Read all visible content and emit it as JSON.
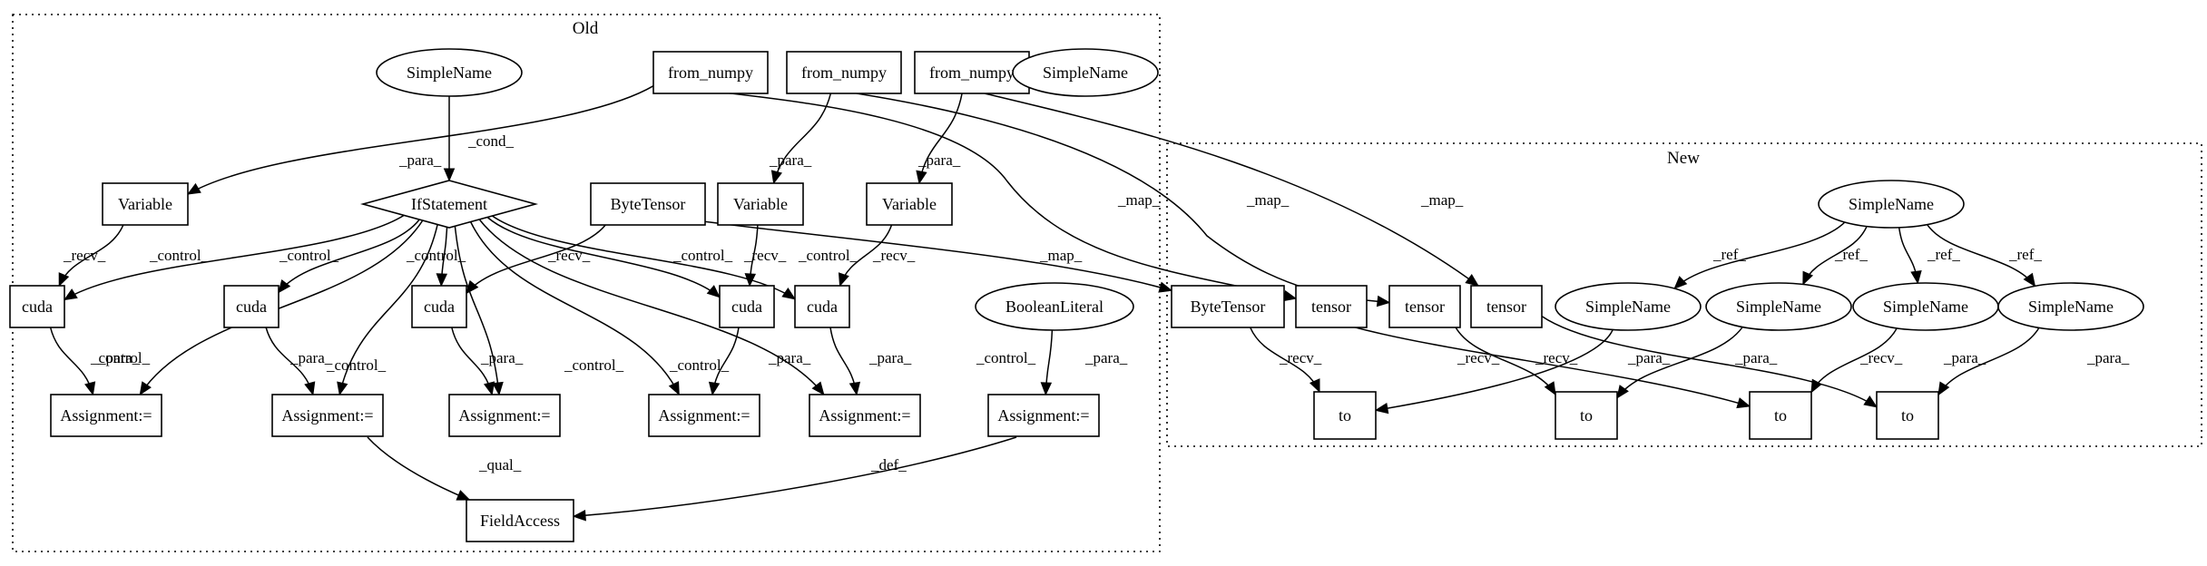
{
  "clusters": [
    {
      "id": "old",
      "label": "Old"
    },
    {
      "id": "new",
      "label": "New"
    }
  ],
  "nodes": [
    {
      "id": "o_sn1",
      "label": "SimpleName",
      "shape": "ellipse"
    },
    {
      "id": "o_fn1",
      "label": "from_numpy",
      "shape": "box"
    },
    {
      "id": "o_fn2",
      "label": "from_numpy",
      "shape": "box"
    },
    {
      "id": "o_fn3",
      "label": "from_numpy",
      "shape": "box"
    },
    {
      "id": "o_sn2",
      "label": "SimpleName",
      "shape": "ellipse"
    },
    {
      "id": "o_var1",
      "label": "Variable",
      "shape": "box"
    },
    {
      "id": "o_if",
      "label": "IfStatement",
      "shape": "diamond"
    },
    {
      "id": "o_bt",
      "label": "ByteTensor",
      "shape": "box"
    },
    {
      "id": "o_var2",
      "label": "Variable",
      "shape": "box"
    },
    {
      "id": "o_var3",
      "label": "Variable",
      "shape": "box"
    },
    {
      "id": "o_cuda1",
      "label": "cuda",
      "shape": "box"
    },
    {
      "id": "o_cuda2",
      "label": "cuda",
      "shape": "box"
    },
    {
      "id": "o_cuda3",
      "label": "cuda",
      "shape": "box"
    },
    {
      "id": "o_cuda4",
      "label": "cuda",
      "shape": "box"
    },
    {
      "id": "o_cuda5",
      "label": "cuda",
      "shape": "box"
    },
    {
      "id": "o_bool",
      "label": "BooleanLiteral",
      "shape": "ellipse"
    },
    {
      "id": "o_as1",
      "label": "Assignment:=",
      "shape": "box"
    },
    {
      "id": "o_as2",
      "label": "Assignment:=",
      "shape": "box"
    },
    {
      "id": "o_as3",
      "label": "Assignment:=",
      "shape": "box"
    },
    {
      "id": "o_as4",
      "label": "Assignment:=",
      "shape": "box"
    },
    {
      "id": "o_as5",
      "label": "Assignment:=",
      "shape": "box"
    },
    {
      "id": "o_as6",
      "label": "Assignment:=",
      "shape": "box"
    },
    {
      "id": "o_fa",
      "label": "FieldAccess",
      "shape": "box"
    },
    {
      "id": "n_sn",
      "label": "SimpleName",
      "shape": "ellipse"
    },
    {
      "id": "n_bt",
      "label": "ByteTensor",
      "shape": "box"
    },
    {
      "id": "n_t1",
      "label": "tensor",
      "shape": "box"
    },
    {
      "id": "n_t2",
      "label": "tensor",
      "shape": "box"
    },
    {
      "id": "n_t3",
      "label": "tensor",
      "shape": "box"
    },
    {
      "id": "n_sn1",
      "label": "SimpleName",
      "shape": "ellipse"
    },
    {
      "id": "n_sn2",
      "label": "SimpleName",
      "shape": "ellipse"
    },
    {
      "id": "n_sn3",
      "label": "SimpleName",
      "shape": "ellipse"
    },
    {
      "id": "n_sn4",
      "label": "SimpleName",
      "shape": "ellipse"
    },
    {
      "id": "n_to1",
      "label": "to",
      "shape": "box"
    },
    {
      "id": "n_to2",
      "label": "to",
      "shape": "box"
    },
    {
      "id": "n_to3",
      "label": "to",
      "shape": "box"
    },
    {
      "id": "n_to4",
      "label": "to",
      "shape": "box"
    }
  ],
  "edges": [
    {
      "from": "o_sn1",
      "to": "o_if",
      "label": "_cond_"
    },
    {
      "from": "o_fn1",
      "to": "o_var1",
      "label": "_para_"
    },
    {
      "from": "o_fn2",
      "to": "o_var2",
      "label": "_para_"
    },
    {
      "from": "o_fn3",
      "to": "o_var3",
      "label": "_para_"
    },
    {
      "from": "o_fn1",
      "to": "n_t1",
      "label": "_map_"
    },
    {
      "from": "o_fn2",
      "to": "n_t2",
      "label": "_map_"
    },
    {
      "from": "o_fn3",
      "to": "n_t3",
      "label": "_map_"
    },
    {
      "from": "o_bt",
      "to": "n_bt",
      "label": "_map_"
    },
    {
      "from": "o_var1",
      "to": "o_cuda1",
      "label": "_recv_"
    },
    {
      "from": "o_bt",
      "to": "o_cuda3",
      "label": "_recv_"
    },
    {
      "from": "o_var2",
      "to": "o_cuda4",
      "label": "_recv_"
    },
    {
      "from": "o_var3",
      "to": "o_cuda5",
      "label": "_recv_"
    },
    {
      "from": "o_if",
      "to": "o_cuda1",
      "label": "_control_"
    },
    {
      "from": "o_if",
      "to": "o_as1",
      "label": "_control_"
    },
    {
      "from": "o_if",
      "to": "o_cuda2",
      "label": "_control_"
    },
    {
      "from": "o_if",
      "to": "o_as2",
      "label": "_control_"
    },
    {
      "from": "o_if",
      "to": "o_cuda3",
      "label": "_control_"
    },
    {
      "from": "o_if",
      "to": "o_as3",
      "label": "_control_"
    },
    {
      "from": "o_if",
      "to": "o_as4",
      "label": "_control_"
    },
    {
      "from": "o_if",
      "to": "o_cuda4",
      "label": "_control_"
    },
    {
      "from": "o_if",
      "to": "o_cuda5",
      "label": "_control_"
    },
    {
      "from": "o_if",
      "to": "o_as5",
      "label": "_control_"
    },
    {
      "from": "o_cuda1",
      "to": "o_as1",
      "label": "_para_"
    },
    {
      "from": "o_cuda2",
      "to": "o_as2",
      "label": "_para_"
    },
    {
      "from": "o_cuda3",
      "to": "o_as3",
      "label": "_para_"
    },
    {
      "from": "o_cuda4",
      "to": "o_as4",
      "label": "_para_"
    },
    {
      "from": "o_cuda5",
      "to": "o_as5",
      "label": "_para_"
    },
    {
      "from": "o_bool",
      "to": "o_as6",
      "label": "_para_"
    },
    {
      "from": "o_as2",
      "to": "o_fa",
      "label": "_qual_"
    },
    {
      "from": "o_as6",
      "to": "o_fa",
      "label": "_def_"
    },
    {
      "from": "n_sn",
      "to": "n_sn1",
      "label": "_ref_"
    },
    {
      "from": "n_sn",
      "to": "n_sn2",
      "label": "_ref_"
    },
    {
      "from": "n_sn",
      "to": "n_sn3",
      "label": "_ref_"
    },
    {
      "from": "n_sn",
      "to": "n_sn4",
      "label": "_ref_"
    },
    {
      "from": "n_bt",
      "to": "n_to1",
      "label": "_recv_"
    },
    {
      "from": "n_sn1",
      "to": "n_to1",
      "label": "_para_"
    },
    {
      "from": "n_t1",
      "to": "n_to3",
      "label": "_recv_"
    },
    {
      "from": "n_t2",
      "to": "n_to2",
      "label": "_recv_"
    },
    {
      "from": "n_t3",
      "to": "n_to4",
      "label": "_recv_"
    },
    {
      "from": "n_sn2",
      "to": "n_to2",
      "label": "_para_"
    },
    {
      "from": "n_sn3",
      "to": "n_to3",
      "label": "_para_"
    },
    {
      "from": "n_sn4",
      "to": "n_to4",
      "label": "_para_"
    }
  ]
}
